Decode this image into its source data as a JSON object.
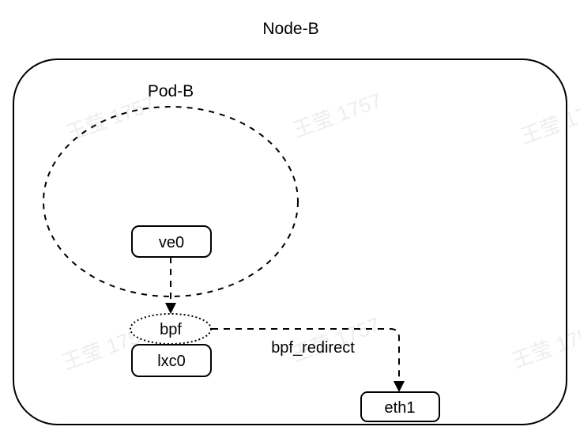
{
  "diagram": {
    "title": "Node-B",
    "pod": {
      "label": "Pod-B"
    },
    "interfaces": {
      "ve0": {
        "label": "ve0"
      },
      "bpf": {
        "label": "bpf"
      },
      "lxc0": {
        "label": "lxc0"
      },
      "eth1": {
        "label": "eth1"
      }
    },
    "edges": {
      "ve0_to_bpf": {
        "label": ""
      },
      "bpf_to_eth1": {
        "label": "bpf_redirect"
      }
    },
    "watermark": {
      "text": "王莹 1757",
      "color": "#ececec"
    },
    "colors": {
      "stroke": "#000000",
      "shape_fill": "#ffffff",
      "background": "#ffffff"
    }
  }
}
